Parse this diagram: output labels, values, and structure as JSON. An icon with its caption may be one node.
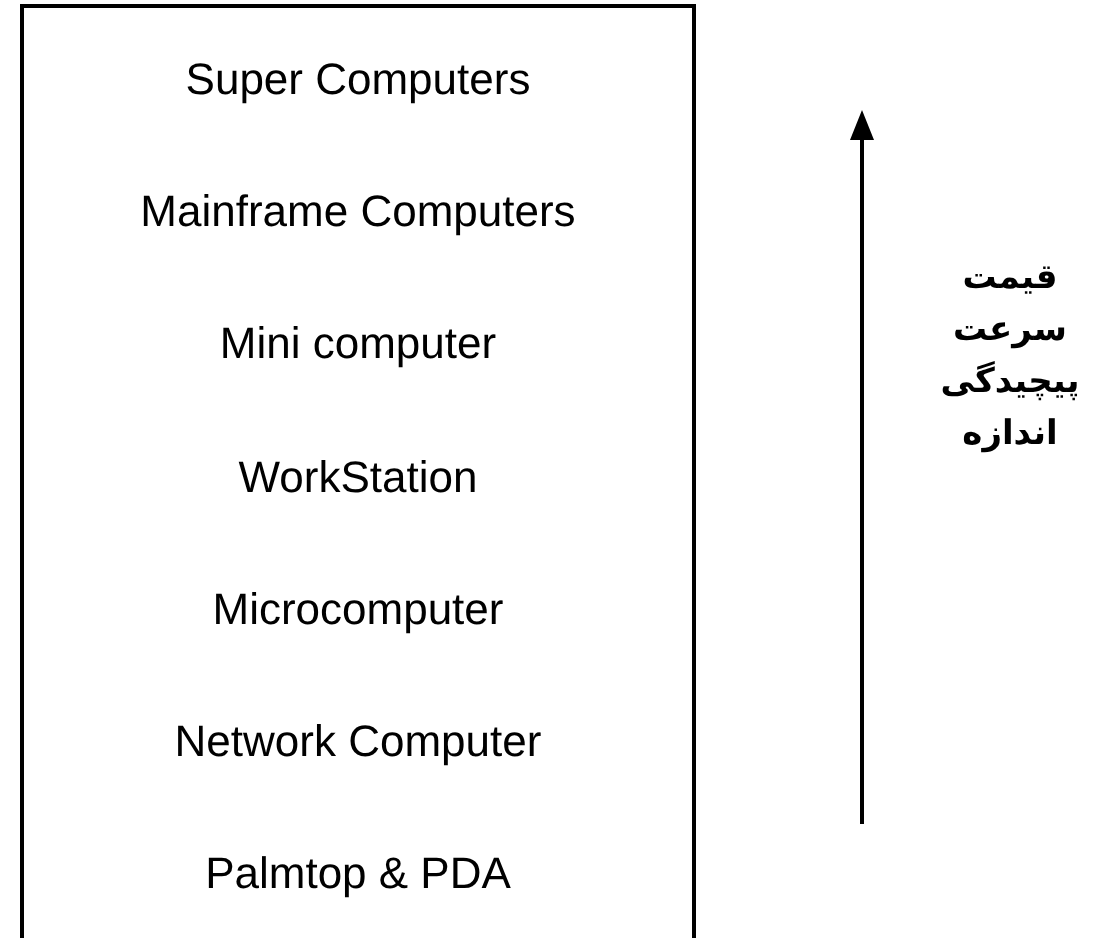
{
  "diagram": {
    "nodes": [
      {
        "text": [
          "Super Computers",
          "Mainframe Computers",
          "Mini computer",
          "WorkStation",
          "Microcomputer",
          "Network Computer",
          "Palmtop & PDA"
        ]
      }
    ],
    "labels": [
      "قیمت",
      "سرعت",
      "پیچیدگی",
      "اندازه"
    ]
  }
}
